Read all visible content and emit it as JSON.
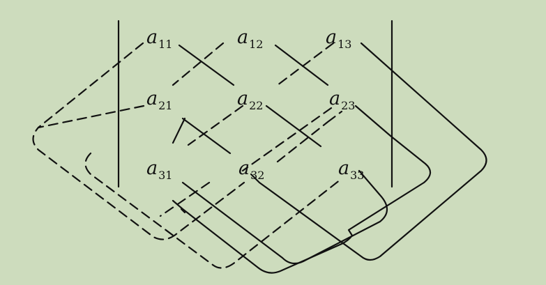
{
  "determinant": {
    "letter": "a",
    "elements": [
      {
        "id": "a11",
        "row": 1,
        "col": 1,
        "subscript": "11"
      },
      {
        "id": "a12",
        "row": 1,
        "col": 2,
        "subscript": "12"
      },
      {
        "id": "a13",
        "row": 1,
        "col": 3,
        "subscript": "13"
      },
      {
        "id": "a21",
        "row": 2,
        "col": 1,
        "subscript": "21"
      },
      {
        "id": "a22",
        "row": 2,
        "col": 2,
        "subscript": "22"
      },
      {
        "id": "a23",
        "row": 2,
        "col": 3,
        "subscript": "23"
      },
      {
        "id": "a31",
        "row": 3,
        "col": 1,
        "subscript": "31"
      },
      {
        "id": "a32",
        "row": 3,
        "col": 2,
        "subscript": "32"
      },
      {
        "id": "a33",
        "row": 3,
        "col": 3,
        "subscript": "33"
      }
    ]
  },
  "diagonals": {
    "solid_style": "solid",
    "dashed_style": "dashed"
  },
  "colors": {
    "background": "#cddcbd",
    "ink": "#111111"
  }
}
